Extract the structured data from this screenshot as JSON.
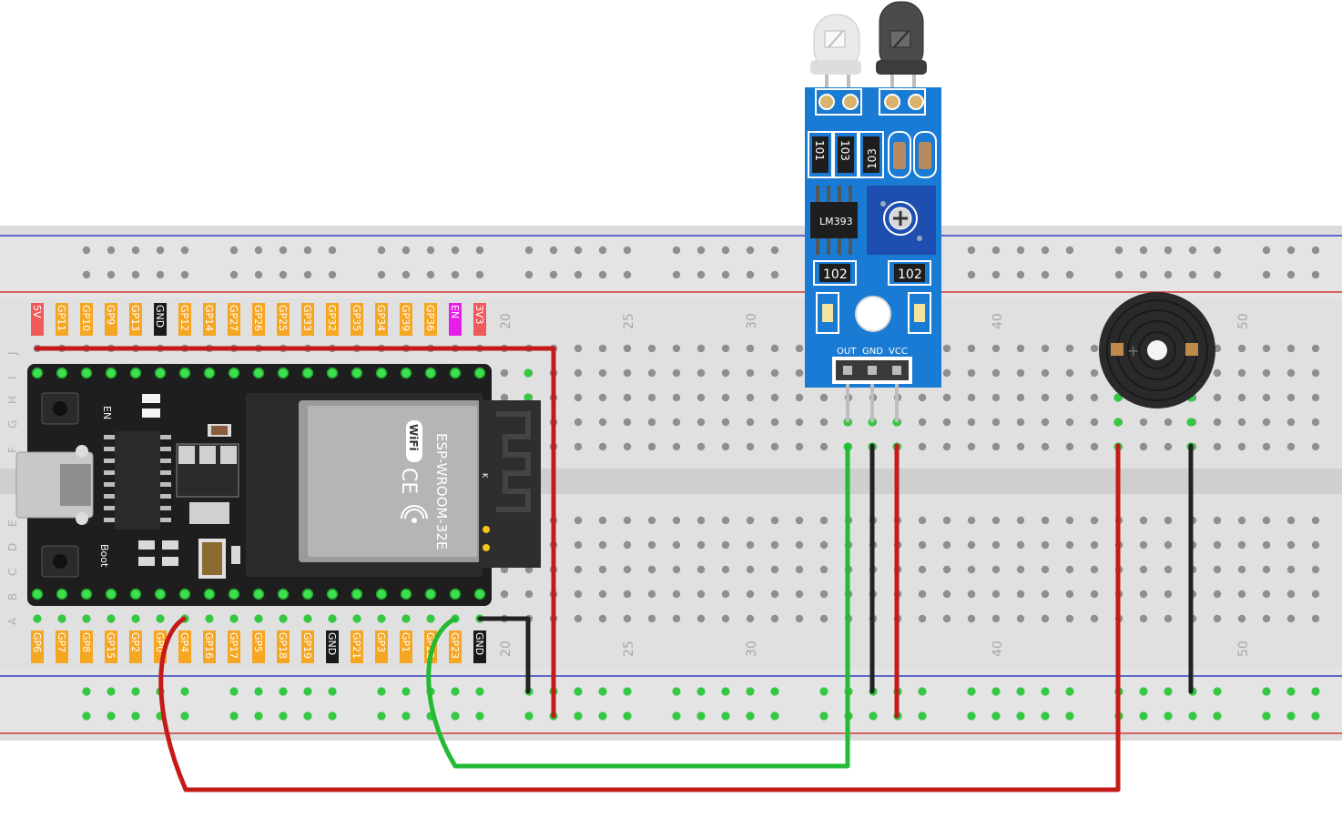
{
  "breadboard": {
    "column_numbers_top": [
      "20",
      "25",
      "30",
      "40",
      "50"
    ],
    "column_numbers_bottom": [
      "20",
      "25",
      "30",
      "40",
      "50"
    ],
    "row_letters_upper": [
      "J",
      "I",
      "H",
      "G",
      "F"
    ],
    "row_letters_lower": [
      "E",
      "D",
      "C",
      "B",
      "A"
    ]
  },
  "esp32": {
    "top_pins": [
      {
        "label": "5V",
        "color": "#f05a5a"
      },
      {
        "label": "GP11",
        "color": "#f5a623"
      },
      {
        "label": "GP10",
        "color": "#f5a623"
      },
      {
        "label": "GP9",
        "color": "#f5a623"
      },
      {
        "label": "GP13",
        "color": "#f5a623"
      },
      {
        "label": "GND",
        "color": "#1a1a1a"
      },
      {
        "label": "GP12",
        "color": "#f5a623"
      },
      {
        "label": "GP14",
        "color": "#f5a623"
      },
      {
        "label": "GP27",
        "color": "#f5a623"
      },
      {
        "label": "GP26",
        "color": "#f5a623"
      },
      {
        "label": "GP25",
        "color": "#f5a623"
      },
      {
        "label": "GP33",
        "color": "#f5a623"
      },
      {
        "label": "GP32",
        "color": "#f5a623"
      },
      {
        "label": "GP35",
        "color": "#f5a623"
      },
      {
        "label": "GP34",
        "color": "#f5a623"
      },
      {
        "label": "GP39",
        "color": "#f5a623"
      },
      {
        "label": "GP36",
        "color": "#f5a623"
      },
      {
        "label": "EN",
        "color": "#e81ee8"
      },
      {
        "label": "3V3",
        "color": "#f05a5a"
      }
    ],
    "bottom_pins": [
      {
        "label": "GP6",
        "color": "#f5a623"
      },
      {
        "label": "GP7",
        "color": "#f5a623"
      },
      {
        "label": "GP8",
        "color": "#f5a623"
      },
      {
        "label": "GP15",
        "color": "#f5a623"
      },
      {
        "label": "GP2",
        "color": "#f5a623"
      },
      {
        "label": "GP0",
        "color": "#f5a623"
      },
      {
        "label": "GP4",
        "color": "#f5a623"
      },
      {
        "label": "GP16",
        "color": "#f5a623"
      },
      {
        "label": "GP17",
        "color": "#f5a623"
      },
      {
        "label": "GP5",
        "color": "#f5a623"
      },
      {
        "label": "GP18",
        "color": "#f5a623"
      },
      {
        "label": "GP19",
        "color": "#f5a623"
      },
      {
        "label": "GND",
        "color": "#1a1a1a"
      },
      {
        "label": "GP21",
        "color": "#f5a623"
      },
      {
        "label": "GP3",
        "color": "#f5a623"
      },
      {
        "label": "GP1",
        "color": "#f5a623"
      },
      {
        "label": "GP22",
        "color": "#f5a623"
      },
      {
        "label": "GP23",
        "color": "#f5a623"
      },
      {
        "label": "GND",
        "color": "#1a1a1a"
      }
    ],
    "module_name": "ESP-WROOM-32E",
    "wifi_text": "WiFi",
    "ce_mark": "CE",
    "antenna_mark": "K",
    "en_label": "EN",
    "boot_label": "Boot"
  },
  "ir_sensor": {
    "resistors": [
      "101",
      "103",
      "103"
    ],
    "chip_label": "LM393",
    "lower_resistors": [
      "102",
      "102"
    ],
    "pin_labels": [
      "OUT",
      "GND",
      "VCC"
    ]
  },
  "colors": {
    "wire_red": "#c41a1a",
    "wire_black": "#222222",
    "wire_green": "#22bb33",
    "sensor_board": "#1a7bd4",
    "esp_board": "#1e1e1e"
  }
}
